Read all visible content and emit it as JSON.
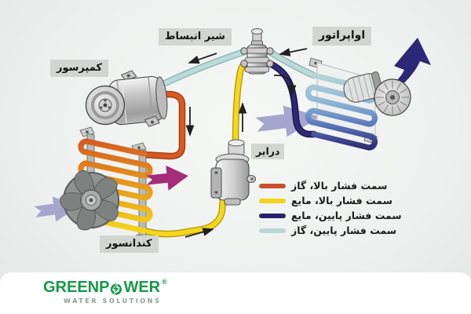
{
  "diagram": {
    "labels": {
      "compressor": "کمپرسور",
      "expansion_valve": "شیر انبساط",
      "evaporator": "اواپراتور",
      "dryer": "درایر",
      "condenser": "کندانسور"
    },
    "legend": {
      "items": [
        {
          "label": "سمت فشار بالا، گاز",
          "color": "#c8502a"
        },
        {
          "label": "سمت فشار بالا، مایع",
          "color": "#f2d41c"
        },
        {
          "label": "سمت فشار پایین، مایع",
          "color": "#2a2268"
        },
        {
          "label": "سمت فشار پایین، گاز",
          "color": "#b9d8d6"
        }
      ]
    },
    "colors": {
      "high_pressure_gas_pipe": "#d85a20",
      "high_pressure_liquid_pipe": "#f5d81c",
      "low_pressure_liquid_pipe": "#2a2268",
      "low_pressure_gas_pipe": "#bcdad8",
      "air_in_arrow": "#a4a6ce",
      "warm_air_out_arrow": "#a52c7a",
      "cold_air_out_arrow": "#2d2777"
    }
  },
  "footer": {
    "brand_part1": "GREENP",
    "brand_part2": "WER",
    "registered": "®",
    "subtitle": "WATER SOLUTIONS",
    "brand_color": "#149a47"
  }
}
